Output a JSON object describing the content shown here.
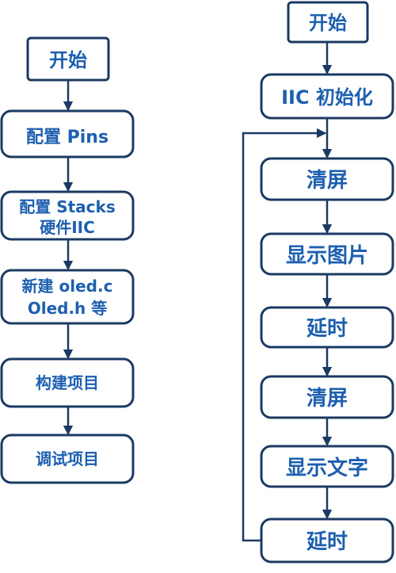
{
  "left_flow": {
    "start": "开始",
    "config_pins": "配置 Pins",
    "config_stacks": [
      "配置 Stacks",
      "硬件IIC"
    ],
    "new_files": [
      "新建 oled.c",
      "Oled.h 等"
    ],
    "build": "构建项目",
    "debug": "调试项目"
  },
  "right_flow": {
    "start": "开始",
    "iic_init": "IIC 初始化",
    "clear1": "清屏",
    "show_image": "显示图片",
    "delay1": "延时",
    "clear2": "清屏",
    "show_text": "显示文字",
    "delay2": "延时"
  },
  "colors": {
    "border": "#1b3a63",
    "text": "#1d5fb0",
    "background": "#ffffff"
  }
}
